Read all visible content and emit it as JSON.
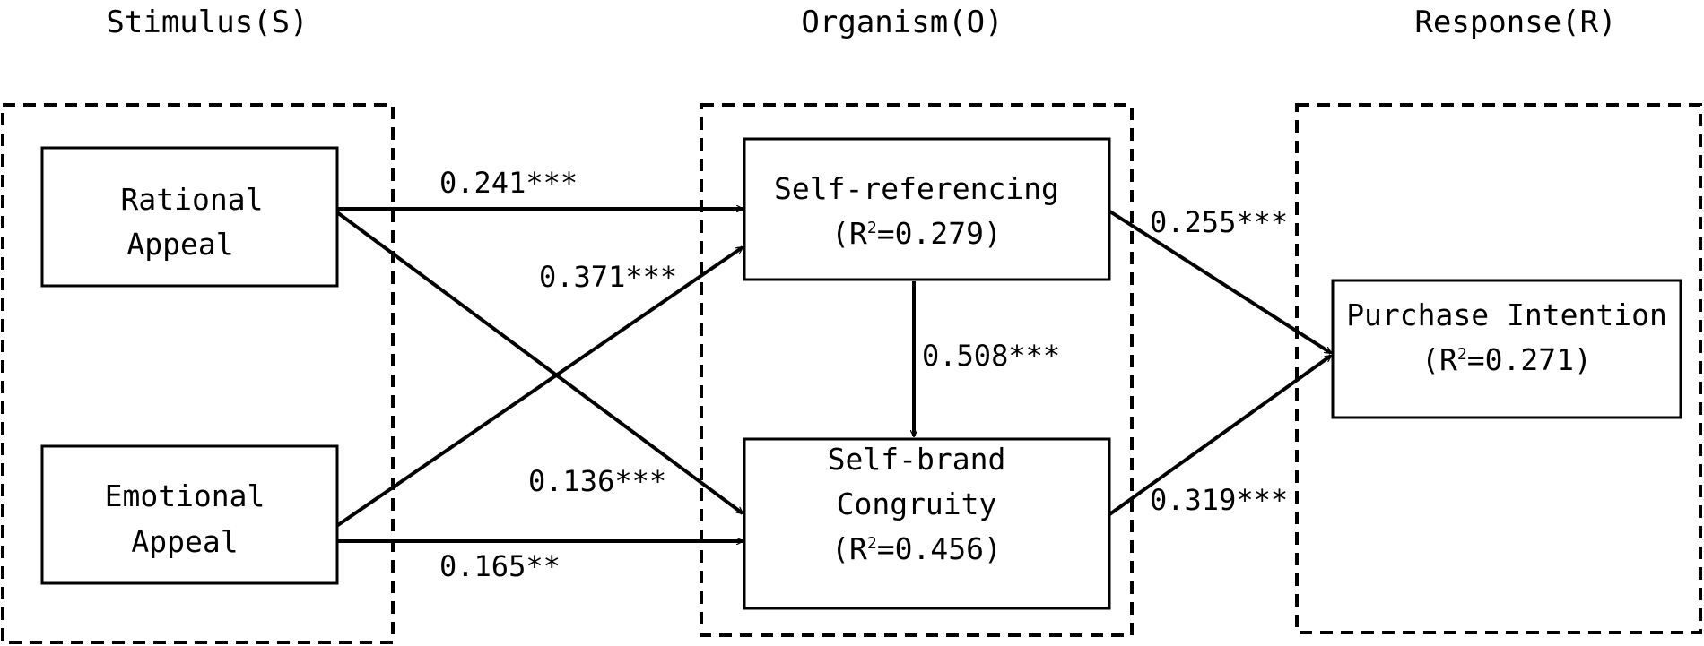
{
  "stages": {
    "stimulus": "Stimulus(S)",
    "organism": "Organism(O)",
    "response": "Response(R)"
  },
  "nodes": {
    "rational": {
      "line1": "Rational",
      "line2": "Appeal"
    },
    "emotional": {
      "line1": "Emotional",
      "line2": "Appeal"
    },
    "self_referencing": {
      "line1": "Self-referencing",
      "r2_prefix": "(R",
      "r2_sup": "2",
      "r2_value": "=0.279)"
    },
    "self_brand": {
      "line1": "Self-brand",
      "line2": "Congruity",
      "r2_prefix": "(R",
      "r2_sup": "2",
      "r2_value": "=0.456)"
    },
    "purchase": {
      "line1": "Purchase Intention",
      "r2_prefix": "(R",
      "r2_sup": "2",
      "r2_value": "=0.271)"
    }
  },
  "paths": {
    "rational_to_selfref": "0.241***",
    "emotional_to_selfref": "0.371***",
    "rational_to_selfbrand": "0.136***",
    "emotional_to_selfbrand": "0.165**",
    "selfref_to_selfbrand": "0.508***",
    "selfref_to_purchase": "0.255***",
    "selfbrand_to_purchase": "0.319***"
  }
}
